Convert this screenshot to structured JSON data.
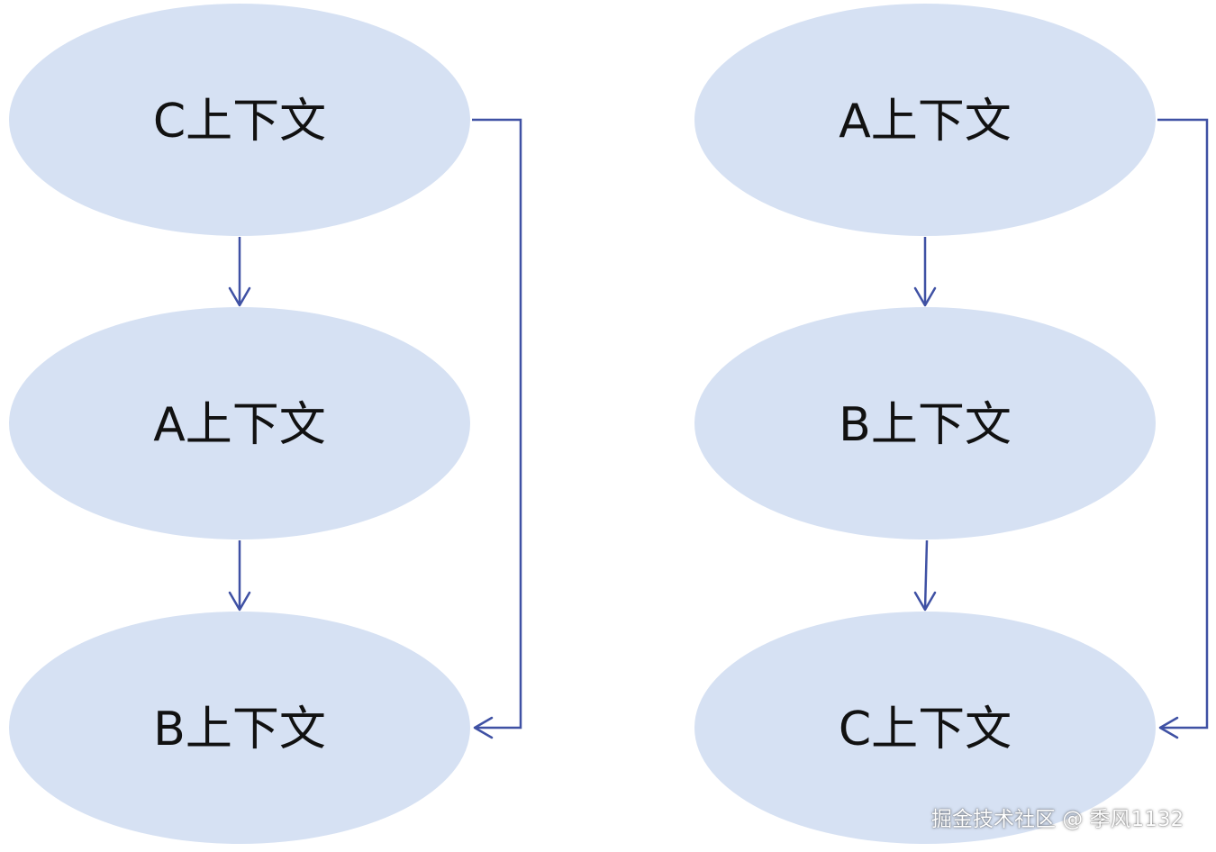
{
  "colors": {
    "node_fill": "#d6e1f3",
    "connector": "#3f51a4",
    "label": "#111111"
  },
  "left_stack": {
    "nodes": [
      {
        "label": "C上下文"
      },
      {
        "label": "A上下文"
      },
      {
        "label": "B上下文"
      }
    ]
  },
  "right_stack": {
    "nodes": [
      {
        "label": "A上下文"
      },
      {
        "label": "B上下文"
      },
      {
        "label": "C上下文"
      }
    ]
  },
  "watermark": "掘金技术社区 @ 季风1132"
}
